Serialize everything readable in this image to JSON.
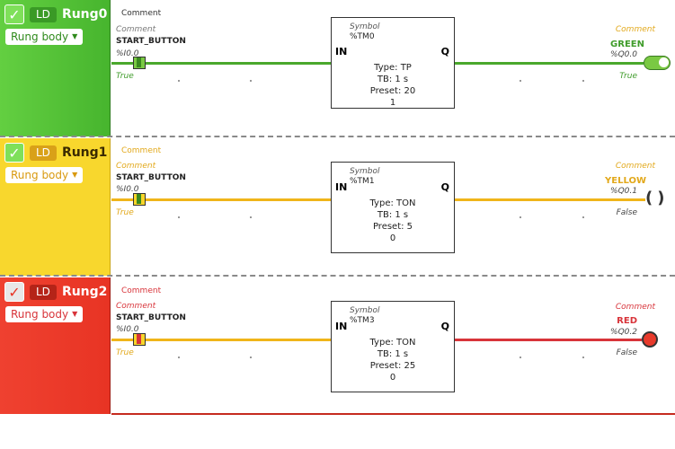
{
  "rungs": [
    {
      "ld_label": "LD",
      "name": "Rung0",
      "body_label": "Rung body",
      "comment_top": "Comment",
      "contact": {
        "comment": "Comment",
        "symbol": "START_BUTTON",
        "address": "%I0.0",
        "state": "True"
      },
      "block": {
        "symbol_label": "Symbol",
        "id": "%TM0",
        "in_label": "IN",
        "q_label": "Q",
        "type": "Type: TP",
        "tb": "TB: 1 s",
        "preset": "Preset: 20",
        "value": "1"
      },
      "coil": {
        "comment": "Comment",
        "symbol": "GREEN",
        "address": "%Q0.0",
        "state": "True"
      }
    },
    {
      "ld_label": "LD",
      "name": "Rung1",
      "body_label": "Rung body",
      "comment_top": "Comment",
      "contact": {
        "comment": "Comment",
        "symbol": "START_BUTTON",
        "address": "%I0.0",
        "state": "True"
      },
      "block": {
        "symbol_label": "Symbol",
        "id": "%TM1",
        "in_label": "IN",
        "q_label": "Q",
        "type": "Type: TON",
        "tb": "TB: 1 s",
        "preset": "Preset: 5",
        "value": "0"
      },
      "coil": {
        "comment": "Comment",
        "symbol": "YELLOW",
        "address": "%Q0.1",
        "state": "False"
      }
    },
    {
      "ld_label": "LD",
      "name": "Rung2",
      "body_label": "Rung body",
      "comment_top": "Comment",
      "contact": {
        "comment": "Comment",
        "symbol": "START_BUTTON",
        "address": "%I0.0",
        "state": "True"
      },
      "block": {
        "symbol_label": "Symbol",
        "id": "%TM3",
        "in_label": "IN",
        "q_label": "Q",
        "type": "Type: TON",
        "tb": "TB: 1 s",
        "preset": "Preset: 25",
        "value": "0"
      },
      "coil": {
        "comment": "Comment",
        "symbol": "RED",
        "address": "%Q0.2",
        "state": "False"
      }
    }
  ],
  "colors": {
    "green": "#5cc23a",
    "green_dark": "#3f9c2a",
    "yellow": "#f7d52a",
    "yellow_dark": "#e2a81a",
    "red": "#ef4130",
    "red_dark": "#c62b1f",
    "wire_green": "#4aa82c",
    "wire_yellow": "#f0b51a",
    "wire_red": "#d8343a"
  },
  "icons": {
    "checkbox": "checkmark-icon",
    "dropdown": "caret-down-icon"
  }
}
